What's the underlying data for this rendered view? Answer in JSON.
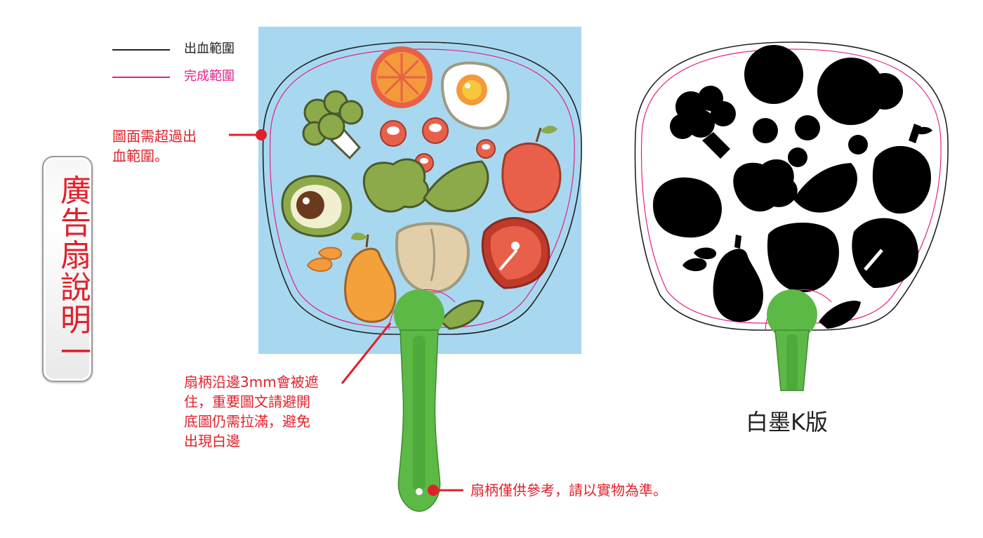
{
  "title": "廣告扇說明一",
  "legend": {
    "bleed_label": "出血範圍",
    "trim_label": "完成範圍"
  },
  "notes": {
    "bleed_note_line1": "圖面需超過出",
    "bleed_note_line2": "血範圍。",
    "handle_edge_line1": "扇柄沿邊3mm會被遮",
    "handle_edge_line2": "住，重要圖文請避開",
    "handle_edge_line3": "底圖仍需拉滿，避免",
    "handle_edge_line4": "出現白邊",
    "handle_ref": "扇柄僅供參考，請以實物為準。"
  },
  "white_ink_label": "白墨K版",
  "colors": {
    "accent_red": "#e0212c",
    "trim_line": "#e0218a",
    "bleed_line": "#222222",
    "artwork_bg": "#a8d8f0",
    "handle_green": "#5cb946"
  },
  "icons": [
    "fan-artwork",
    "fan-handle",
    "white-ink-silhouette",
    "callout-dot"
  ]
}
